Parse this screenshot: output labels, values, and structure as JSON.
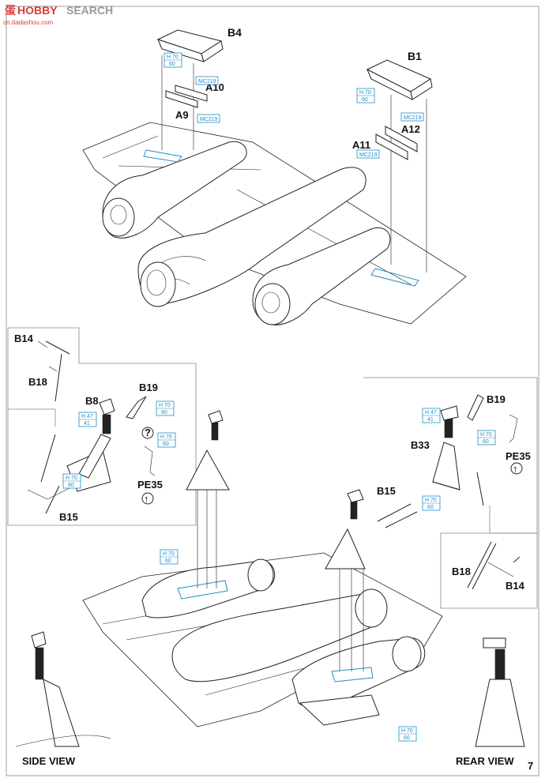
{
  "watermark": {
    "logo": "蛋",
    "brand_a": "HOBBY",
    "brand_b": "SEARCH",
    "site": "cn.dadashou.com"
  },
  "page_number": "7",
  "part_labels": {
    "b4": "B4",
    "a10": "A10",
    "a9": "A9",
    "b1": "B1",
    "a12": "A12",
    "a11": "A11",
    "b14_left": "B14",
    "b18_left": "B18",
    "b8": "B8",
    "b19_left": "B19",
    "pe35_left": "PE35",
    "b15_left": "B15",
    "b19_right": "B19",
    "b33": "B33",
    "pe35_right": "PE35",
    "b15_right": "B15",
    "b18_right": "B18",
    "b14_right": "B14"
  },
  "paint_codes": {
    "h70": "H 70",
    "n60": "60",
    "h47": "H 47",
    "n41": "41",
    "mc219": "MC219"
  },
  "view_labels": {
    "side": "SIDE VIEW",
    "rear": "REAR VIEW"
  },
  "symbols": {
    "question": "?",
    "arrow": "↑"
  }
}
